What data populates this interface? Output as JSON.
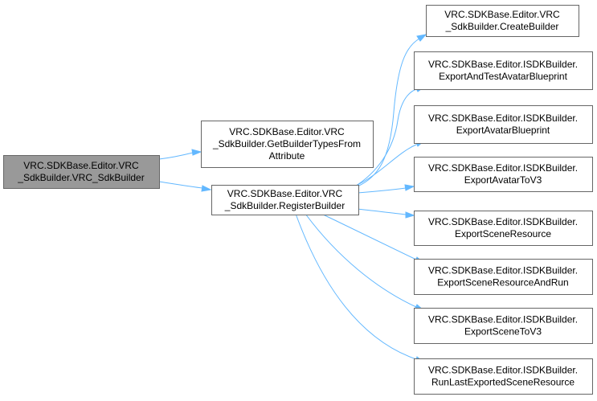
{
  "diagram": {
    "colors": {
      "root_fill": "#999999",
      "node_fill": "#ffffff",
      "node_border": "#666666",
      "edge": "#63b8ff"
    },
    "nodes": [
      {
        "id": "root",
        "lines": [
          "VRC.SDKBase.Editor.VRC",
          "_SdkBuilder.VRC_SdkBuilder"
        ]
      },
      {
        "id": "gbt",
        "lines": [
          "VRC.SDKBase.Editor.VRC",
          "_SdkBuilder.GetBuilderTypesFrom",
          "Attribute"
        ]
      },
      {
        "id": "rb",
        "lines": [
          "VRC.SDKBase.Editor.VRC",
          "_SdkBuilder.RegisterBuilder"
        ]
      },
      {
        "id": "cb",
        "lines": [
          "VRC.SDKBase.Editor.VRC",
          "_SdkBuilder.CreateBuilder"
        ]
      },
      {
        "id": "eatab",
        "lines": [
          "VRC.SDKBase.Editor.ISDKBuilder.",
          "ExportAndTestAvatarBlueprint"
        ]
      },
      {
        "id": "eab",
        "lines": [
          "VRC.SDKBase.Editor.ISDKBuilder.",
          "ExportAvatarBlueprint"
        ]
      },
      {
        "id": "eav3",
        "lines": [
          "VRC.SDKBase.Editor.ISDKBuilder.",
          "ExportAvatarToV3"
        ]
      },
      {
        "id": "esr",
        "lines": [
          "VRC.SDKBase.Editor.ISDKBuilder.",
          "ExportSceneResource"
        ]
      },
      {
        "id": "esrar",
        "lines": [
          "VRC.SDKBase.Editor.ISDKBuilder.",
          "ExportSceneResourceAndRun"
        ]
      },
      {
        "id": "esv3",
        "lines": [
          "VRC.SDKBase.Editor.ISDKBuilder.",
          "ExportSceneToV3"
        ]
      },
      {
        "id": "rlesr",
        "lines": [
          "VRC.SDKBase.Editor.ISDKBuilder.",
          "RunLastExportedSceneResource"
        ]
      }
    ],
    "edges": [
      {
        "from": "root",
        "to": "gbt"
      },
      {
        "from": "root",
        "to": "rb"
      },
      {
        "from": "rb",
        "to": "cb"
      },
      {
        "from": "rb",
        "to": "eatab"
      },
      {
        "from": "rb",
        "to": "eab"
      },
      {
        "from": "rb",
        "to": "eav3"
      },
      {
        "from": "rb",
        "to": "esr"
      },
      {
        "from": "rb",
        "to": "esrar"
      },
      {
        "from": "rb",
        "to": "esv3"
      },
      {
        "from": "rb",
        "to": "rlesr"
      }
    ]
  }
}
